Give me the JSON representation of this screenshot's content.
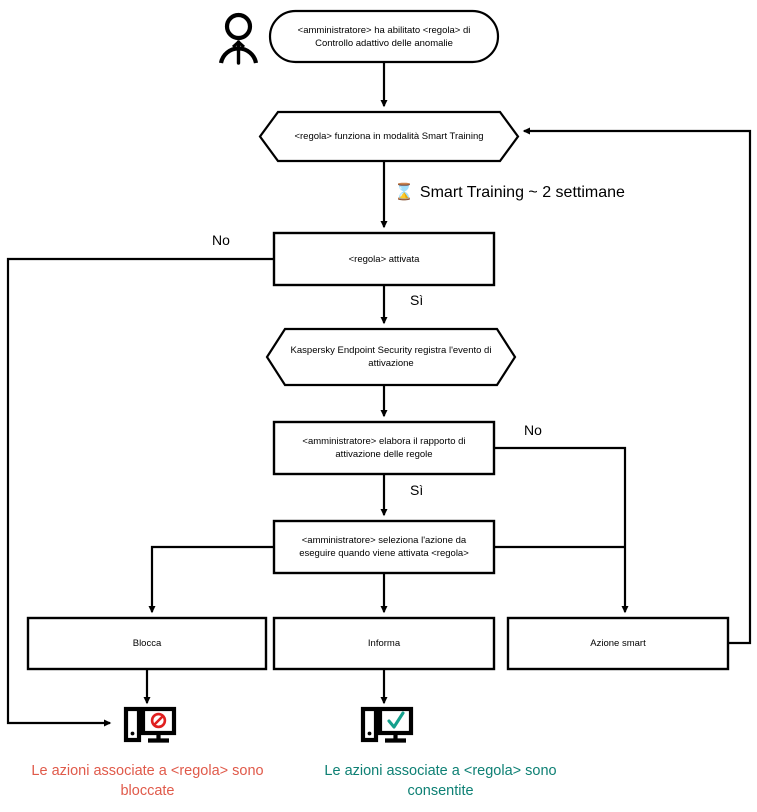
{
  "diagram": {
    "title": "Controllo adattivo delle anomalie - flusso regola",
    "actor": {
      "icon": "person-icon"
    },
    "nodes": {
      "start": {
        "id": "start",
        "shape": "rounded-rectangle",
        "text": "<amministratore> ha abilitato <regola> di\nControllo adattivo delle anomalie"
      },
      "smart_training": {
        "id": "smart-training",
        "shape": "hexagon",
        "text": "<regola> funziona in modalità Smart Training"
      },
      "rule_triggered": {
        "id": "rule-triggered",
        "shape": "rectangle",
        "text": "<regola> attivata"
      },
      "event_logged": {
        "id": "event-logged",
        "shape": "hexagon",
        "text": "Kaspersky Endpoint Security registra l'evento di\nattivazione"
      },
      "admin_report": {
        "id": "admin-report",
        "shape": "rectangle",
        "text": "<amministratore> elabora il rapporto di\nattivazione delle regole"
      },
      "admin_select_action": {
        "id": "admin-select-action",
        "shape": "rectangle",
        "text": "<amministratore> seleziona l'azione da\neseguire quando viene attivata <regola>"
      },
      "block": {
        "id": "block",
        "shape": "rectangle",
        "text": "Blocca"
      },
      "inform": {
        "id": "inform",
        "shape": "rectangle",
        "text": "Informa"
      },
      "smart_action": {
        "id": "smart-action",
        "shape": "rectangle",
        "text": "Azione smart"
      }
    },
    "edge_labels": {
      "timer": "Smart Training ~ 2 settimane",
      "timer_icon": "hourglass-icon",
      "no_rule_triggered": "No",
      "yes_rule_triggered": "Sì",
      "no_admin_report": "No",
      "yes_admin_report": "Sì"
    },
    "endpoints": {
      "blocked": {
        "icon": "computer-blocked-icon",
        "caption": "Le azioni associate a <regola> sono\nbloccate",
        "color": "#e05a4a"
      },
      "allowed": {
        "icon": "computer-allowed-icon",
        "caption": "Le azioni associate a <regola> sono\nconsentite",
        "color": "#0e8074"
      }
    },
    "colors": {
      "stroke": "#000000",
      "fill": "#ffffff",
      "blocked": "#e02020",
      "allowed": "#14a08c",
      "caption_blocked": "#e05a4a",
      "caption_allowed": "#0e8074"
    }
  }
}
